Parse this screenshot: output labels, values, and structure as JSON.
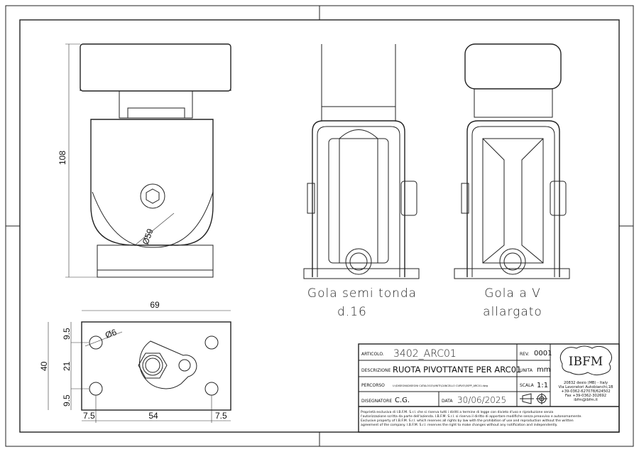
{
  "drawing": {
    "dimensions": {
      "height_total": "108",
      "wheel_diameter": "Ø59",
      "plate_width": "69",
      "plate_height": "40",
      "edge_top": "9.5",
      "hole_spacing_v": "21",
      "edge_bottom": "9.5",
      "edge_left": "7.5",
      "hole_spacing_h": "54",
      "edge_right": "7.5",
      "hole_diameter": "Ø6"
    },
    "views": {
      "semi_round_line1": "Gola semi tonda",
      "semi_round_line2": "d.16",
      "v_groove_line1": "Gola a V",
      "v_groove_line2": "allargato"
    }
  },
  "title_block": {
    "articolo_label": "ARTICOLO.",
    "articolo_value": "3402_ARC01",
    "rev_label": "REV.",
    "rev_value": "0001",
    "descrizione_label": "DESCRIZIONE",
    "descrizione_value": "RUOTA PIVOTTANTE PER ARC01",
    "unita_label": "UNITA",
    "unita_value": "mm",
    "percorso_label": "PERCORSO",
    "percorso_value": "U:\\DISEGNI\\DISEGNI CATALOGO\\UNITI\\CANCELLO CURVO\\3SPP_ARC01.dwg",
    "scala_label": "SCALA",
    "scala_value": "1:1",
    "disegnatore_label": "DISEGNATORE",
    "disegnatore_value": "C.G.",
    "data_label": "DATA",
    "data_value": "30/06/2025",
    "logo": "IBFM",
    "address": [
      "20832 desio (MB) - Italy",
      "Via Lavoratori Autobianchi,1B",
      "+39-0362-627078/624502",
      "Fax +39-0362-302692",
      "ibfm@ibfm.it"
    ],
    "disclaimer": [
      "Proprietà esclusiva di I.B.F.M. S.r.l. che si riserva tutti i diritti a termine di legge con divieto d'uso e riproduzione senza",
      "l'autorizzazione scritta da parte dell'azienda. I.B.F.M. S.r.l. si riserva il diritto di apportare modifiche senza preavviso e autonomamente.",
      "Exclusive property of I.B.F.M. S.r.l. which reserves all rights by law with the prohibition of use and reproduction without the written",
      "agreement of the company. I.B.F.M. S.r.l. reserves the right to make changes without any notification and independently."
    ]
  }
}
